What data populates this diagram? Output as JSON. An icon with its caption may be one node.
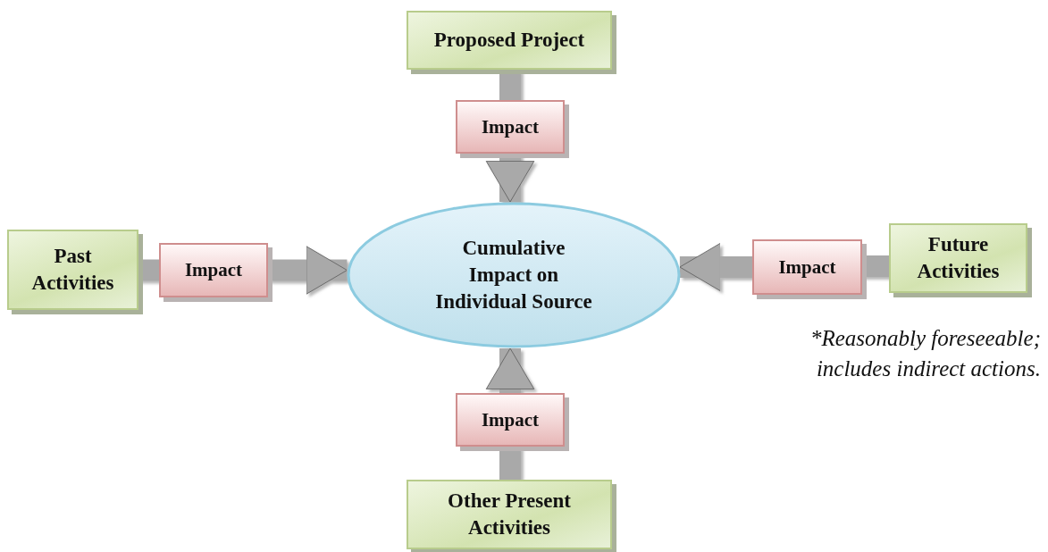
{
  "diagram": {
    "nodes": [
      {
        "text": [
          "Proposed Project"
        ]
      },
      {
        "text": [
          "Impact"
        ]
      },
      {
        "text": [
          "Past Activities"
        ]
      },
      {
        "text": [
          "Impact"
        ]
      },
      {
        "text": [
          "Cumulative Impact on Individual Source"
        ]
      },
      {
        "text": [
          "Impact"
        ]
      },
      {
        "text": [
          "Future Activities"
        ]
      },
      {
        "text": [
          "Impact"
        ]
      },
      {
        "text": [
          "Other Present Activities"
        ]
      }
    ],
    "edges": [
      {
        "from": 0,
        "to": 1,
        "arrow": "none"
      },
      {
        "from": 1,
        "to": 4,
        "arrow": "to"
      },
      {
        "from": 2,
        "to": 3,
        "arrow": "none"
      },
      {
        "from": 3,
        "to": 4,
        "arrow": "to"
      },
      {
        "from": 6,
        "to": 5,
        "arrow": "none"
      },
      {
        "from": 5,
        "to": 4,
        "arrow": "to"
      },
      {
        "from": 8,
        "to": 7,
        "arrow": "none"
      },
      {
        "from": 7,
        "to": 4,
        "arrow": "to"
      }
    ],
    "labels": [
      "*Reasonably foreseeable; includes indirect actions."
    ]
  }
}
